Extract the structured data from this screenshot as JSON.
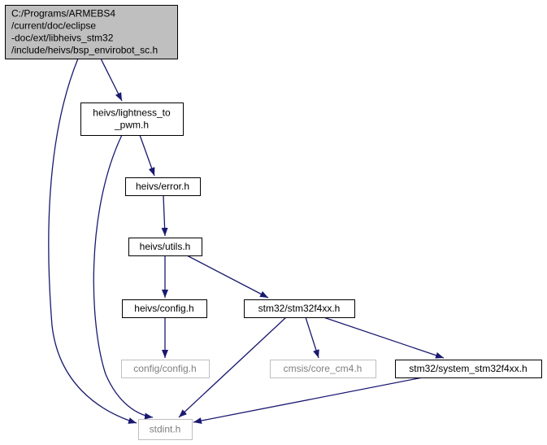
{
  "colors": {
    "edge": "#191970",
    "root_fill": "#bfbfbf",
    "node_border": "#000000",
    "missing_border": "#bfbfbf",
    "missing_text": "#7f7f7f",
    "text": "#000000"
  },
  "nodes": [
    {
      "id": "root",
      "name": "node-bsp-envirobot-sc-h",
      "kind": "root",
      "lines": [
        "C:/Programs/ARMEBS4",
        "/current/doc/eclipse",
        "-doc/ext/libheivs_stm32",
        "/include/heivs/bsp_envirobot_sc.h"
      ]
    },
    {
      "id": "lightness",
      "name": "node-lightness-to-pwm-h",
      "kind": "normal",
      "lines": [
        "heivs/lightness_to",
        "_pwm.h"
      ]
    },
    {
      "id": "error",
      "name": "node-error-h",
      "kind": "normal",
      "lines": [
        "heivs/error.h"
      ]
    },
    {
      "id": "utils",
      "name": "node-utils-h",
      "kind": "normal",
      "lines": [
        "heivs/utils.h"
      ]
    },
    {
      "id": "config",
      "name": "node-heivs-config-h",
      "kind": "normal",
      "lines": [
        "heivs/config.h"
      ]
    },
    {
      "id": "stm32f4",
      "name": "node-stm32f4xx-h",
      "kind": "normal",
      "lines": [
        "stm32/stm32f4xx.h"
      ]
    },
    {
      "id": "cfgcfg",
      "name": "node-config-config-h",
      "kind": "missing",
      "lines": [
        "config/config.h"
      ]
    },
    {
      "id": "cmsis",
      "name": "node-core-cm4-h",
      "kind": "missing",
      "lines": [
        "cmsis/core_cm4.h"
      ]
    },
    {
      "id": "system",
      "name": "node-system-stm32f4xx-h",
      "kind": "normal",
      "lines": [
        "stm32/system_stm32f4xx.h"
      ]
    },
    {
      "id": "stdint",
      "name": "node-stdint-h",
      "kind": "missing",
      "lines": [
        "stdint.h"
      ]
    }
  ],
  "edges": [
    {
      "from": "root",
      "to": "lightness"
    },
    {
      "from": "root",
      "to": "stdint"
    },
    {
      "from": "lightness",
      "to": "error"
    },
    {
      "from": "lightness",
      "to": "stdint"
    },
    {
      "from": "error",
      "to": "utils"
    },
    {
      "from": "utils",
      "to": "config"
    },
    {
      "from": "utils",
      "to": "stm32f4"
    },
    {
      "from": "config",
      "to": "cfgcfg"
    },
    {
      "from": "stm32f4",
      "to": "stdint"
    },
    {
      "from": "stm32f4",
      "to": "cmsis"
    },
    {
      "from": "stm32f4",
      "to": "system"
    },
    {
      "from": "system",
      "to": "stdint"
    }
  ]
}
